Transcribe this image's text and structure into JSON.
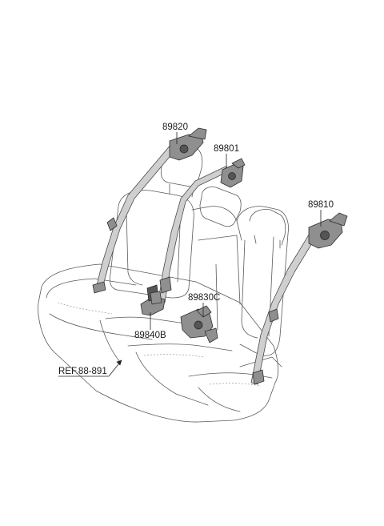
{
  "labels": {
    "belt_center_upper": "89820",
    "belt_center_rear": "89801",
    "belt_right": "89810",
    "buckle_center": "89830C",
    "buckle_left": "89840B",
    "ref_cushion": "REF.88-891"
  }
}
